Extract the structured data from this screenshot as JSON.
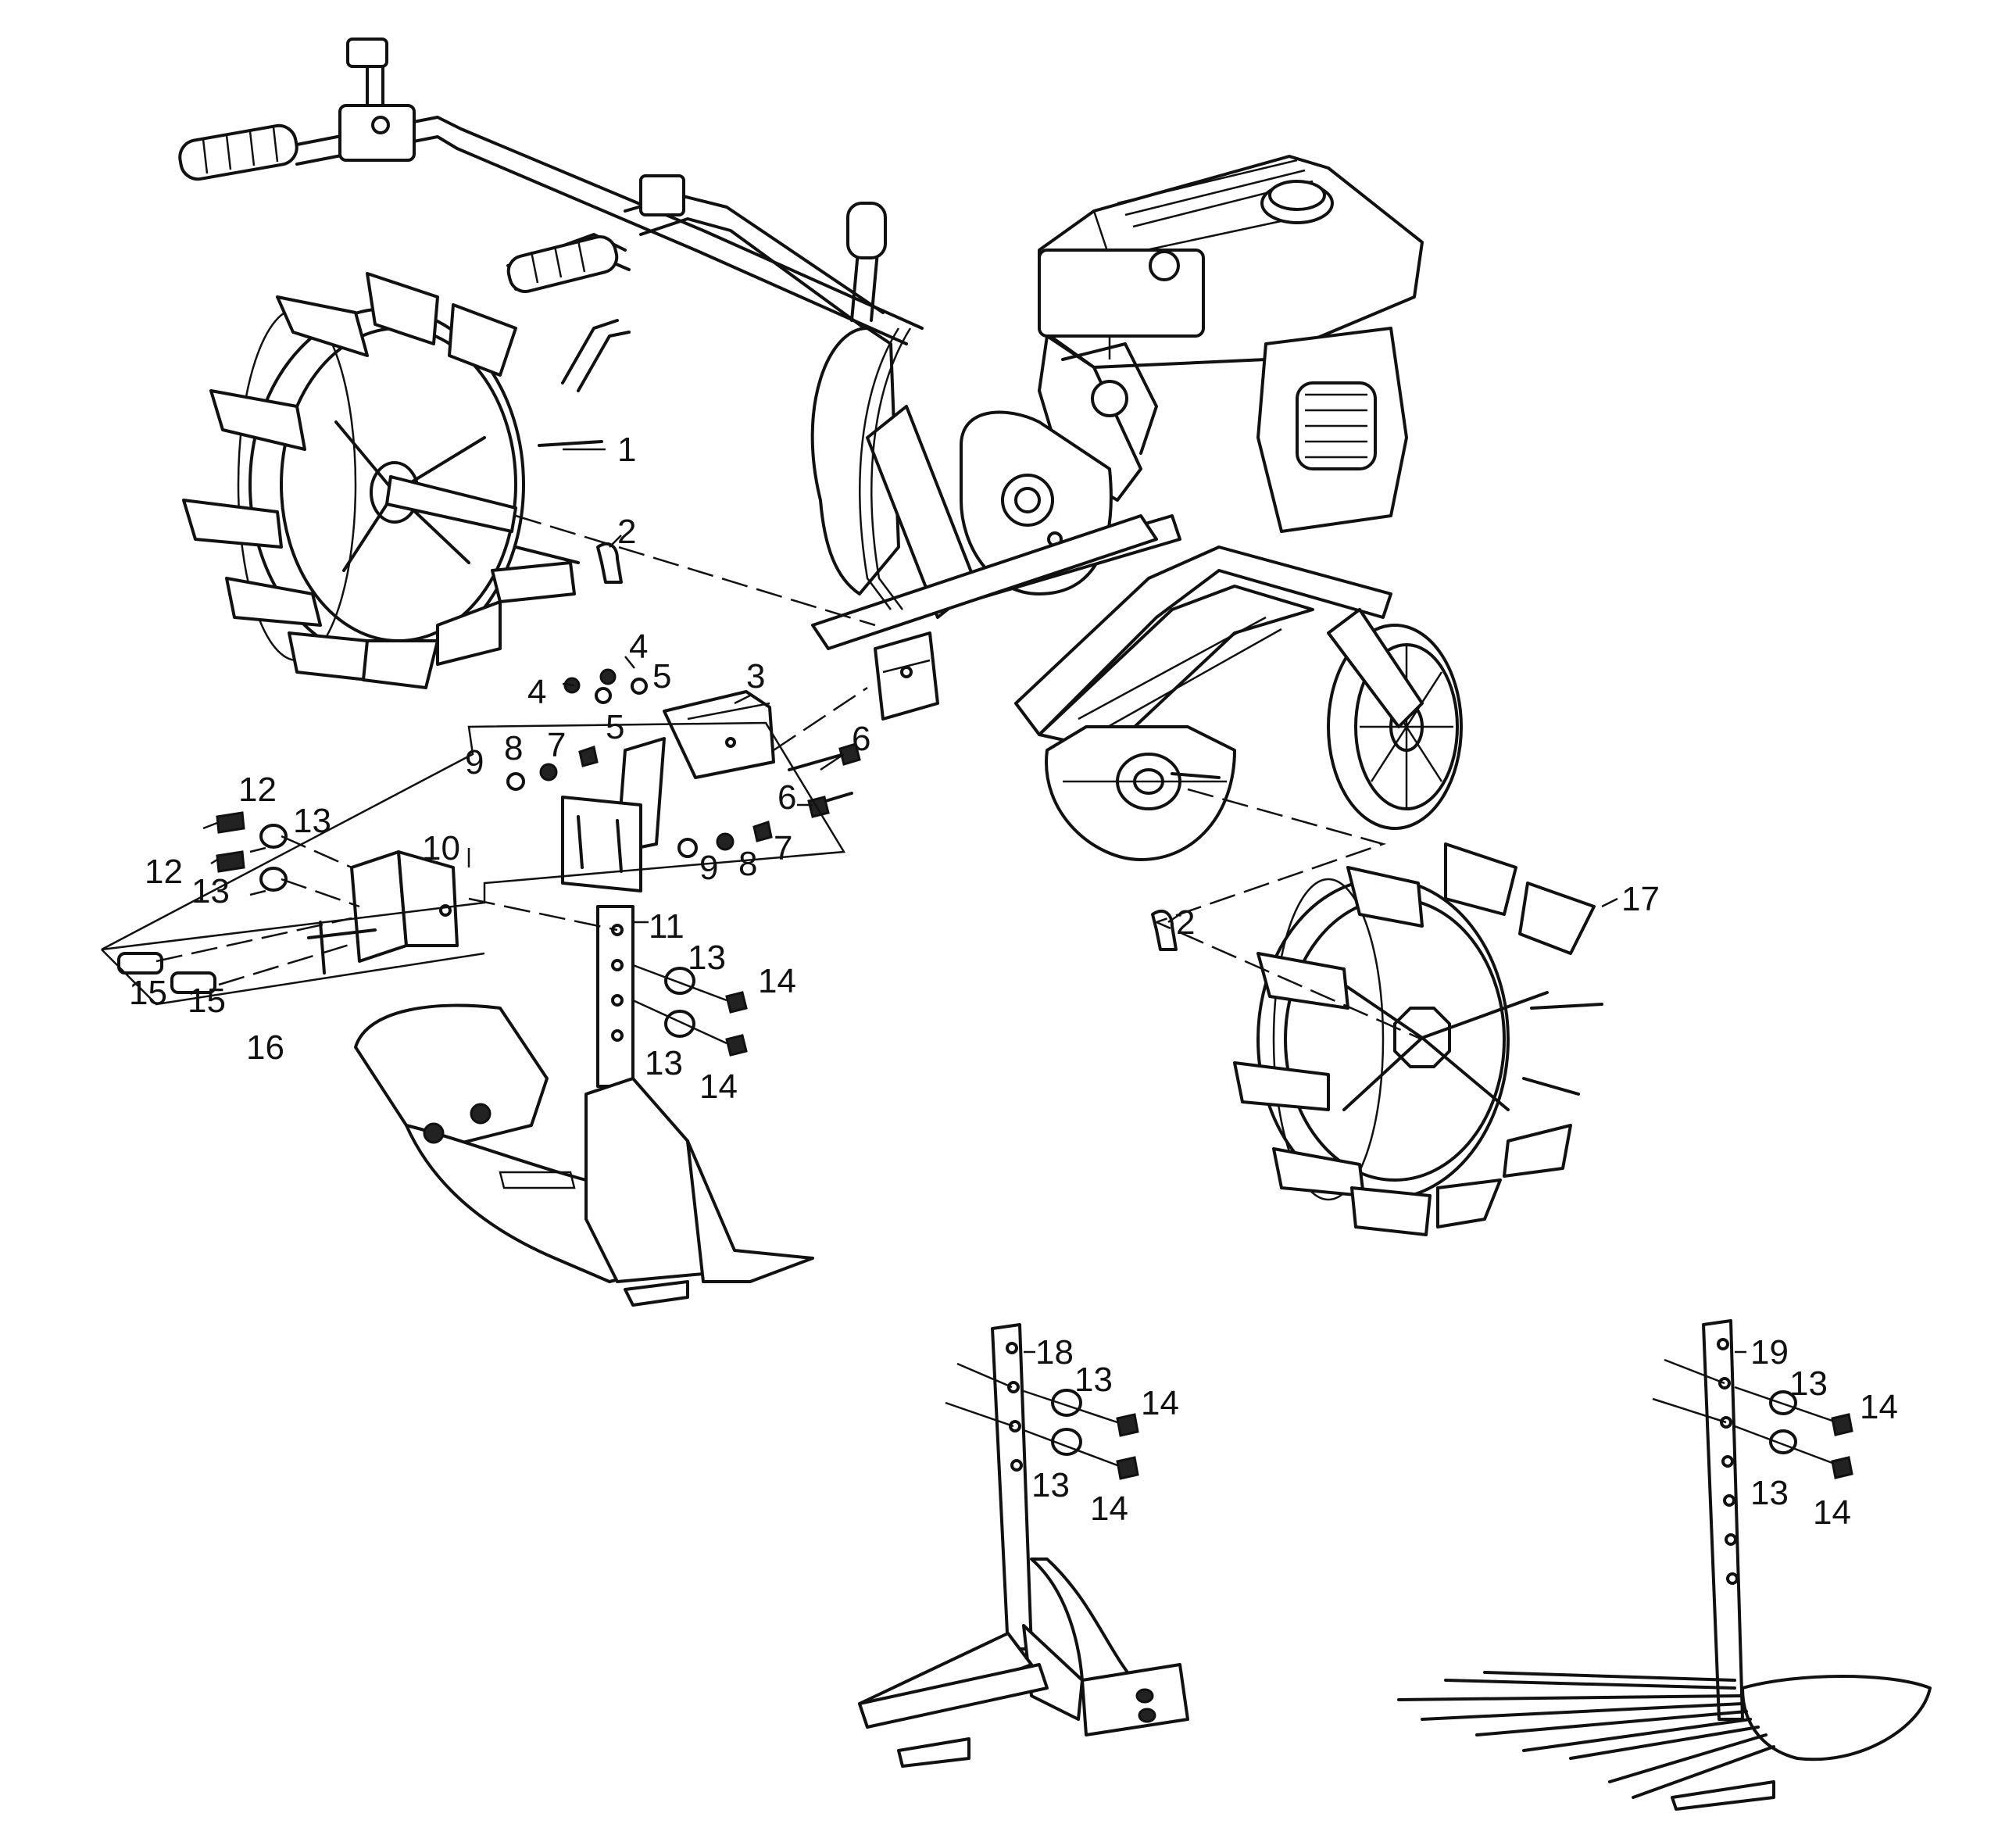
{
  "callouts": [
    {
      "id": "c1",
      "text": "1"
    },
    {
      "id": "c2a",
      "text": "2"
    },
    {
      "id": "c2b",
      "text": "2"
    },
    {
      "id": "c3",
      "text": "3"
    },
    {
      "id": "c4a",
      "text": "4"
    },
    {
      "id": "c4b",
      "text": "4"
    },
    {
      "id": "c5a",
      "text": "5"
    },
    {
      "id": "c5b",
      "text": "5"
    },
    {
      "id": "c6a",
      "text": "6"
    },
    {
      "id": "c6b",
      "text": "6"
    },
    {
      "id": "c7a",
      "text": "7"
    },
    {
      "id": "c7b",
      "text": "7"
    },
    {
      "id": "c8a",
      "text": "8"
    },
    {
      "id": "c8b",
      "text": "8"
    },
    {
      "id": "c9a",
      "text": "9"
    },
    {
      "id": "c9b",
      "text": "9"
    },
    {
      "id": "c10",
      "text": "10"
    },
    {
      "id": "c11",
      "text": "11"
    },
    {
      "id": "c12a",
      "text": "12"
    },
    {
      "id": "c12b",
      "text": "12"
    },
    {
      "id": "c13a",
      "text": "13"
    },
    {
      "id": "c13b",
      "text": "13"
    },
    {
      "id": "c13c",
      "text": "13"
    },
    {
      "id": "c13d",
      "text": "13"
    },
    {
      "id": "c13e",
      "text": "13"
    },
    {
      "id": "c13f",
      "text": "13"
    },
    {
      "id": "c13g",
      "text": "13"
    },
    {
      "id": "c13h",
      "text": "13"
    },
    {
      "id": "c14a",
      "text": "14"
    },
    {
      "id": "c14b",
      "text": "14"
    },
    {
      "id": "c14c",
      "text": "14"
    },
    {
      "id": "c14d",
      "text": "14"
    },
    {
      "id": "c14e",
      "text": "14"
    },
    {
      "id": "c14f",
      "text": "14"
    },
    {
      "id": "c15a",
      "text": "15"
    },
    {
      "id": "c15b",
      "text": "15"
    },
    {
      "id": "c16",
      "text": "16"
    },
    {
      "id": "c17",
      "text": "17"
    },
    {
      "id": "c18",
      "text": "18"
    },
    {
      "id": "c19",
      "text": "19"
    }
  ],
  "colors": {
    "ink": "#111111",
    "paper": "#ffffff"
  }
}
